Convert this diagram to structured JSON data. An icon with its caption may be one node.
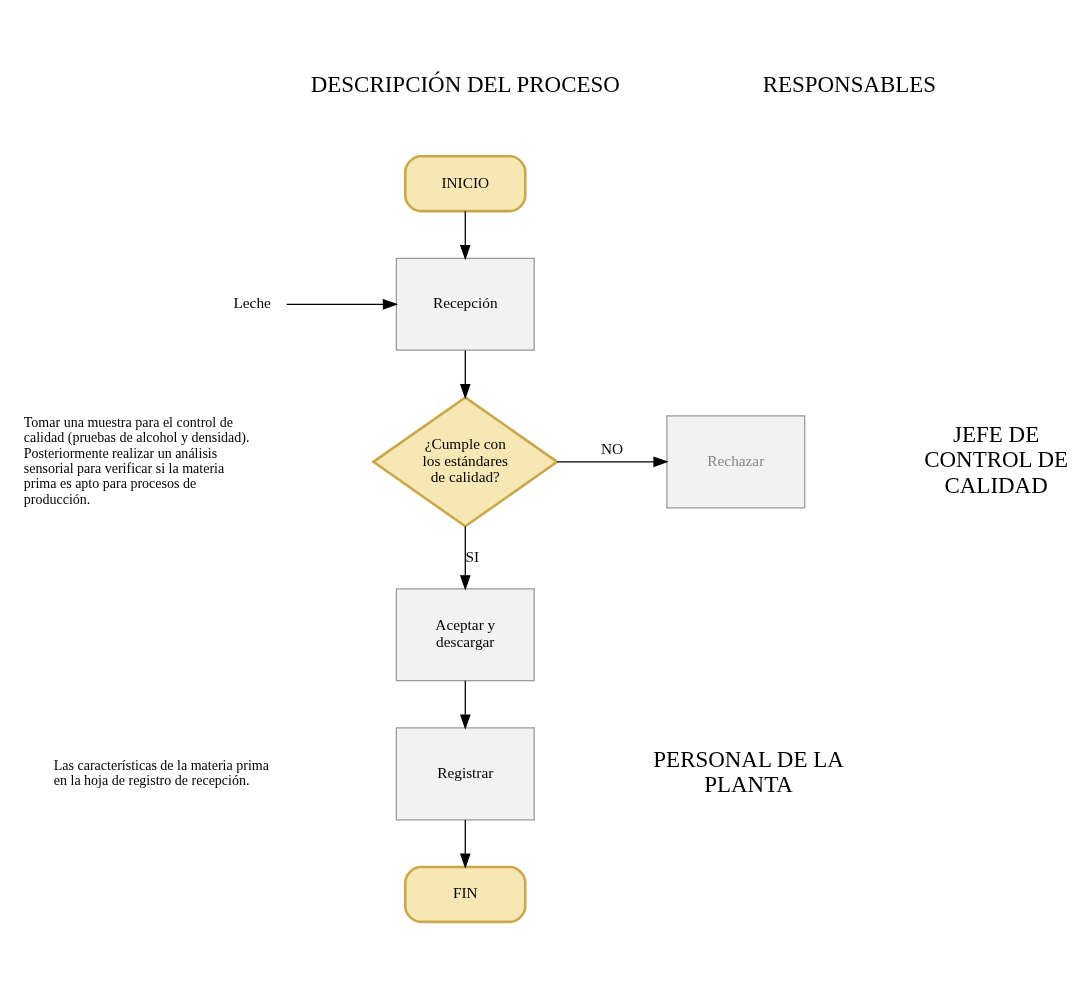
{
  "diagram": {
    "nodes": [
      {
        "text": [
          "INICIO"
        ]
      },
      {
        "text": [
          "Leche"
        ]
      },
      {
        "text": [
          "Recepción"
        ]
      },
      {
        "text": [
          "¿Cumple con los estándares de calidad?"
        ]
      },
      {
        "text": [
          "Rechazar"
        ]
      },
      {
        "text": [
          "Aceptar y descargar"
        ]
      },
      {
        "text": [
          "Registrar"
        ]
      },
      {
        "text": [
          "FIN"
        ]
      }
    ],
    "edges": [
      {
        "from": 0,
        "to": 2,
        "arrow": "to"
      },
      {
        "from": 1,
        "to": 2,
        "arrow": "to"
      },
      {
        "from": 2,
        "to": 3,
        "arrow": "to"
      },
      {
        "from": 3,
        "to": 4,
        "arrow": "to",
        "label": "NO"
      },
      {
        "from": 3,
        "to": 5,
        "arrow": "to",
        "label": "SI"
      },
      {
        "from": 5,
        "to": 6,
        "arrow": "to"
      },
      {
        "from": 6,
        "to": 7,
        "arrow": "to"
      }
    ],
    "labels": [
      "DESCRIPCIÓN DEL PROCESO",
      "RESPONSABLES",
      "Tomar una muestra para el control de calidad (pruebas de alcohol y densidad). Posteriormente realizar un análisis sensorial para verificar si la materia prima es apto para procesos de producción.",
      "JEFE DE CONTROL DE CALIDAD",
      "Las características de la materia prima en la hoja de registro de recepción.",
      "PERSONAL DE LA PLANTA"
    ]
  }
}
